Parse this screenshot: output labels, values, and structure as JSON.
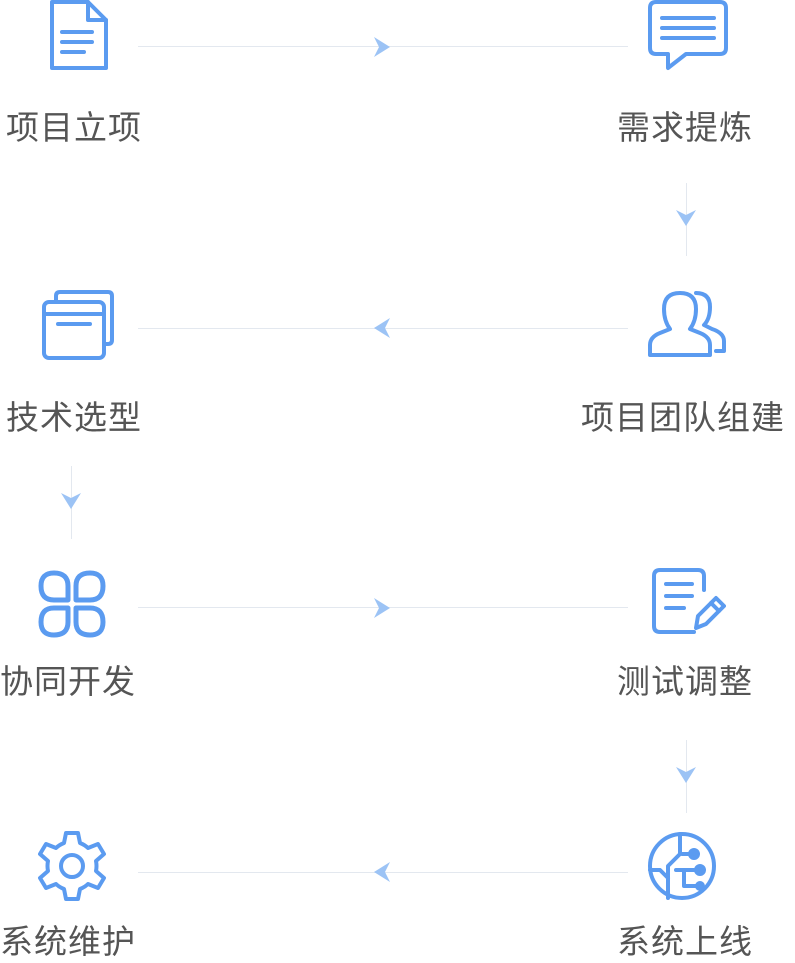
{
  "colors": {
    "accent": "#5b9bf0",
    "arrow": "#9cc3f5",
    "line": "#e3e8ef",
    "text": "#555555"
  },
  "steps": [
    {
      "label": "项目立项",
      "icon": "document-icon"
    },
    {
      "label": "需求提炼",
      "icon": "chat-bubble-icon"
    },
    {
      "label": "项目团队组建",
      "icon": "team-icon"
    },
    {
      "label": "技术选型",
      "icon": "window-stack-icon"
    },
    {
      "label": "协同开发",
      "icon": "clover-icon"
    },
    {
      "label": "测试调整",
      "icon": "edit-document-icon"
    },
    {
      "label": "系统上线",
      "icon": "circuit-icon"
    },
    {
      "label": "系统维护",
      "icon": "gear-icon"
    }
  ]
}
